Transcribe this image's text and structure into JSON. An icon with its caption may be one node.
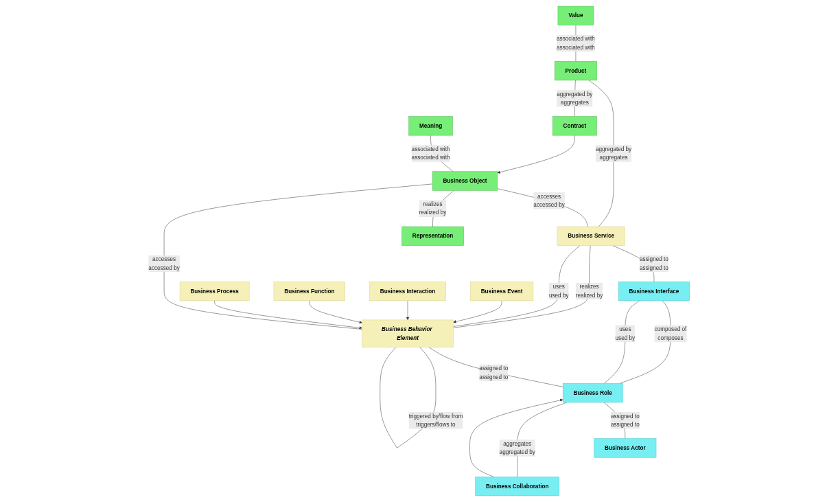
{
  "diagram": {
    "nodes": [
      {
        "text": [
          "Value"
        ]
      },
      {
        "text": [
          "Product"
        ]
      },
      {
        "text": [
          "Meaning"
        ]
      },
      {
        "text": [
          "Contract"
        ]
      },
      {
        "text": [
          "Business Object"
        ]
      },
      {
        "text": [
          "Representation"
        ]
      },
      {
        "text": [
          "Business Service"
        ]
      },
      {
        "text": [
          "Business Interface"
        ]
      },
      {
        "text": [
          "Business Behavior Element"
        ]
      },
      {
        "text": [
          "Business Role"
        ]
      },
      {
        "text": [
          "Business Actor"
        ]
      },
      {
        "text": [
          "Business Process"
        ]
      },
      {
        "text": [
          "Business Function"
        ]
      },
      {
        "text": [
          "Business Interaction"
        ]
      },
      {
        "text": [
          "Business Event"
        ]
      },
      {
        "text": [
          "Business Collaboration"
        ]
      }
    ],
    "edges": [
      {
        "from": 0,
        "to": 1,
        "arrow": "none",
        "label": [
          "associated with",
          "associated with"
        ]
      },
      {
        "from": 1,
        "to": 6,
        "arrow": "none",
        "label": [
          "aggregated by",
          "aggregates"
        ]
      },
      {
        "from": 1,
        "to": 3,
        "arrow": "none",
        "label": [
          "aggregated by",
          "aggregates"
        ]
      },
      {
        "from": 2,
        "to": 4,
        "arrow": "none",
        "label": [
          "associated with",
          "associated with"
        ]
      },
      {
        "from": 3,
        "to": 4,
        "arrow": "to"
      },
      {
        "from": 4,
        "to": 6,
        "arrow": "none",
        "label": [
          "accesses",
          "accessed by"
        ]
      },
      {
        "from": 4,
        "to": 5,
        "arrow": "none",
        "label": [
          "realizes",
          "realized by"
        ]
      },
      {
        "from": 4,
        "to": 8,
        "arrow": "none",
        "label": [
          "accesses",
          "accessed by"
        ]
      },
      {
        "from": 6,
        "to": 7,
        "arrow": "none",
        "label": [
          "assigned to",
          "assigned to"
        ]
      },
      {
        "from": 6,
        "to": 8,
        "arrow": "none",
        "label": [
          "realizes",
          "realized by"
        ]
      },
      {
        "from": 6,
        "to": 8,
        "arrow": "none",
        "label": [
          "uses",
          "used by"
        ]
      },
      {
        "from": 7,
        "to": 9,
        "arrow": "none",
        "label": [
          "composed of",
          "composes"
        ]
      },
      {
        "from": 7,
        "to": 9,
        "arrow": "none",
        "label": [
          "uses",
          "used by"
        ]
      },
      {
        "from": 8,
        "to": 9,
        "arrow": "none",
        "label": [
          "assigned to",
          "assigned to"
        ]
      },
      {
        "from": 8,
        "to": 8,
        "arrow": "none",
        "label": [
          "triggered by/flow from",
          "triggers/flows to"
        ]
      },
      {
        "from": 9,
        "to": 10,
        "arrow": "none",
        "label": [
          "assigned to",
          "assigned to"
        ]
      },
      {
        "from": 15,
        "to": 9,
        "arrow": "to"
      },
      {
        "from": 9,
        "to": 15,
        "arrow": "none",
        "label": [
          "aggregates",
          "aggregated by"
        ]
      },
      {
        "from": 11,
        "to": 8,
        "arrow": "to"
      },
      {
        "from": 12,
        "to": 8,
        "arrow": "to"
      },
      {
        "from": 13,
        "to": 8,
        "arrow": "to"
      },
      {
        "from": 14,
        "to": 8,
        "arrow": "to"
      }
    ]
  }
}
